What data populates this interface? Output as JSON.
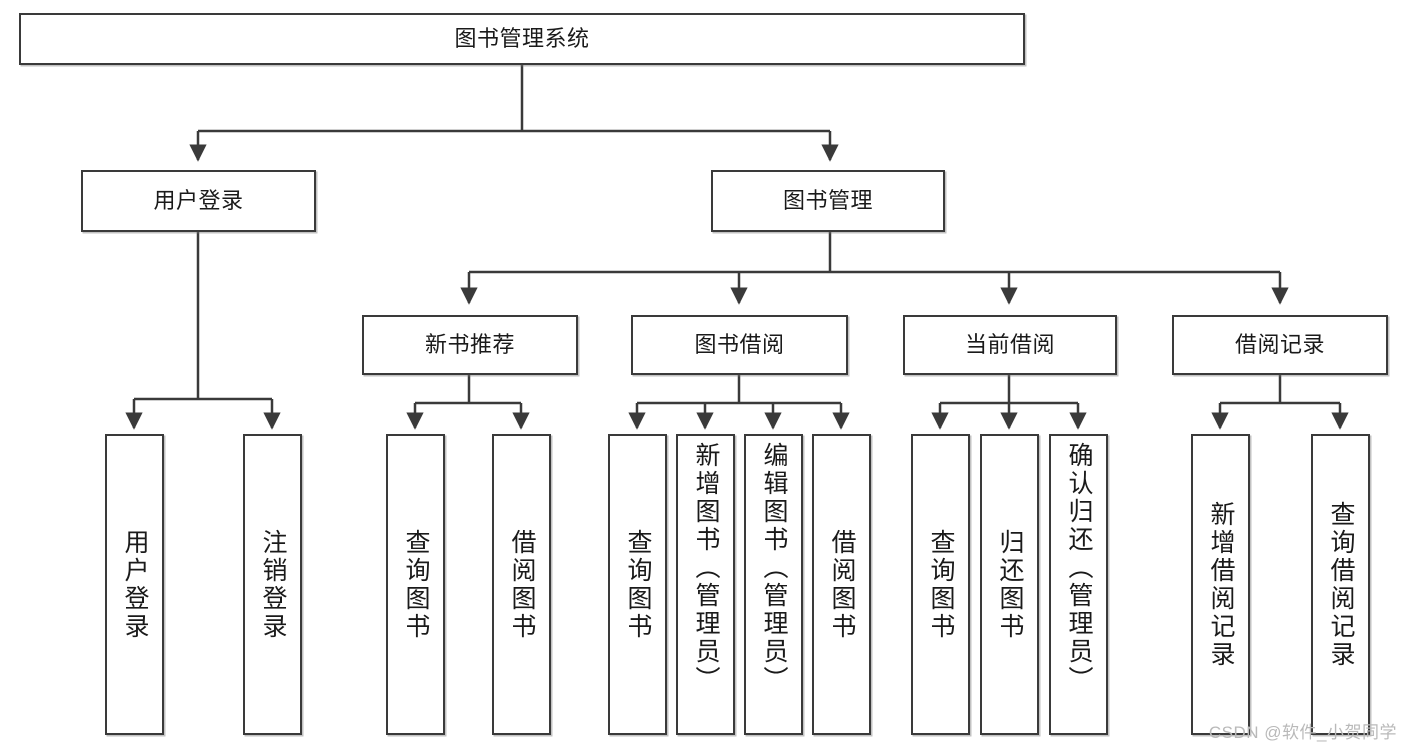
{
  "diagram": {
    "title_node": {
      "label": "图书管理系统"
    },
    "level2": [
      {
        "label": "用户登录"
      },
      {
        "label": "图书管理"
      }
    ],
    "level3": [
      {
        "label": "新书推荐"
      },
      {
        "label": "图书借阅"
      },
      {
        "label": "当前借阅"
      },
      {
        "label": "借阅记录"
      }
    ],
    "leaves": {
      "user_login": [
        {
          "label": "用户登录"
        },
        {
          "label": "注销登录"
        }
      ],
      "new_book_recommend": [
        {
          "label": "查询图书"
        },
        {
          "label": "借阅图书"
        }
      ],
      "book_borrow": [
        {
          "label": "查询图书"
        },
        {
          "label": "新增图书（管理员）"
        },
        {
          "label": "编辑图书（管理员）"
        },
        {
          "label": "借阅图书"
        }
      ],
      "current_borrow": [
        {
          "label": "查询图书"
        },
        {
          "label": "归还图书"
        },
        {
          "label": "确认归还（管理员）"
        }
      ],
      "borrow_record": [
        {
          "label": "新增借阅记录"
        },
        {
          "label": "查询借阅记录"
        }
      ]
    },
    "watermark": "CSDN @软件_小贺同学",
    "colors": {
      "stroke": "#3a3a3a",
      "background": "#ffffff",
      "text": "#1a1a1a",
      "watermark": "#b9b9b9"
    }
  }
}
